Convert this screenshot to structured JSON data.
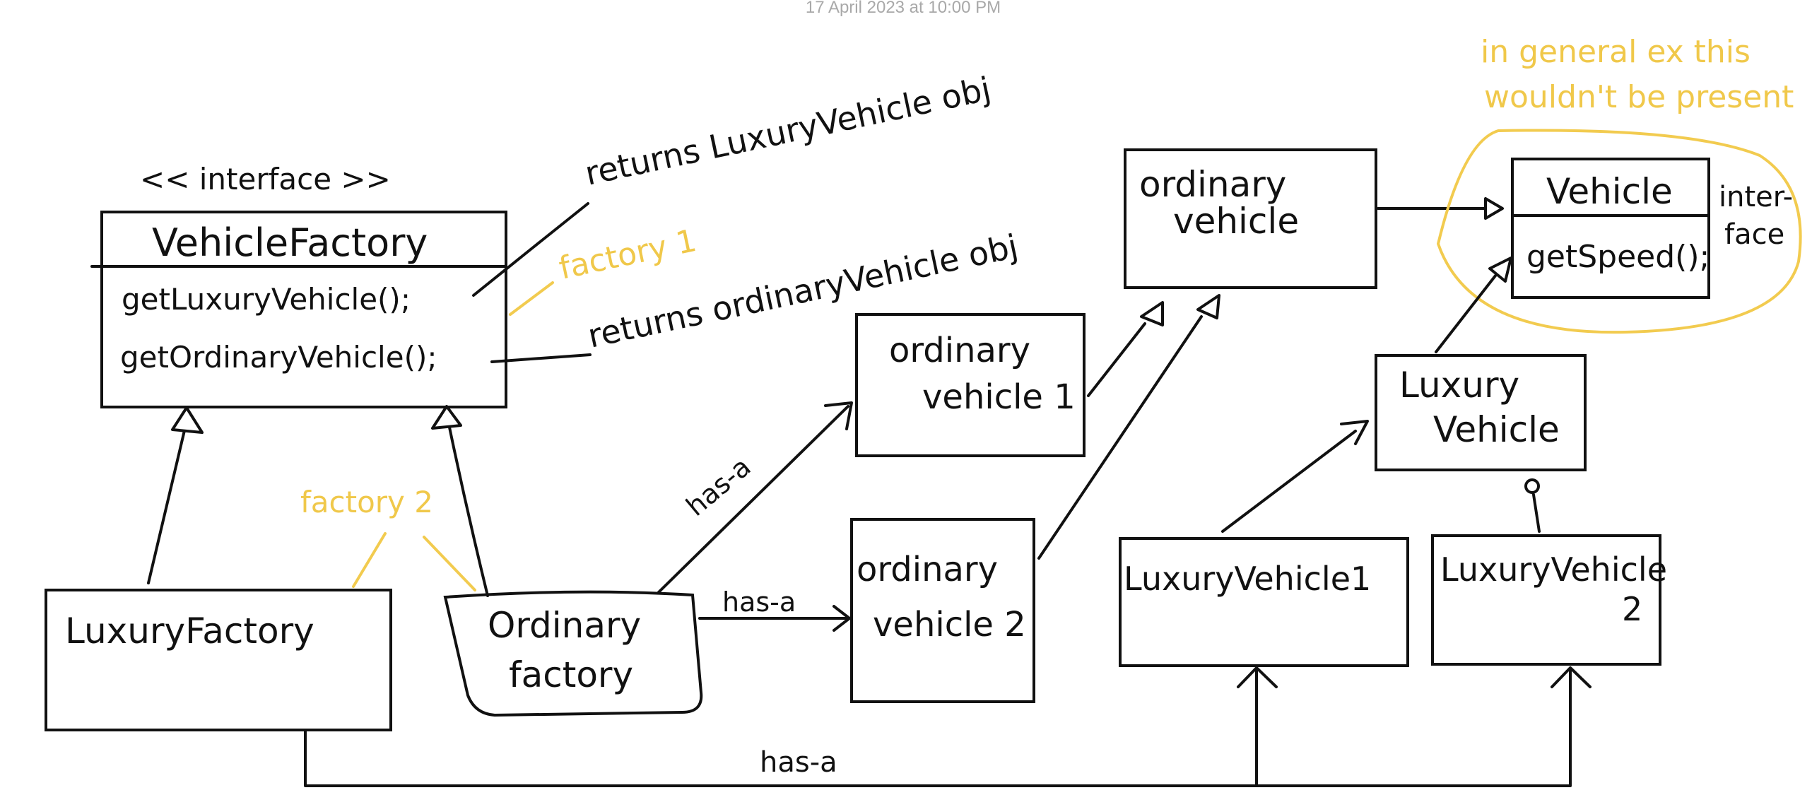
{
  "timestamp": "17 April 2023 at 10:00 PM",
  "interface_stereotype": "<< interface >>",
  "vehicle_factory": {
    "title": "VehicleFactory",
    "method_luxury": "getLuxuryVehicle();",
    "method_ordinary": "getOrdinaryVehicle();"
  },
  "notes": {
    "returns_luxury": "returns LuxuryVehicle obj",
    "returns_ordinary": "returns ordinaryVehicle obj",
    "factory1": "factory 1",
    "factory2": "factory 2",
    "general_ex_line1": "in general ex this",
    "general_ex_line2": "wouldn't be present",
    "interface_label_line1": "inter-",
    "interface_label_line2": "face"
  },
  "boxes": {
    "luxury_factory": "LuxuryFactory",
    "ordinary_factory_line1": "Ordinary",
    "ordinary_factory_line2": "factory",
    "ordinary_vehicle1_line1": "ordinary",
    "ordinary_vehicle1_line2": "vehicle 1",
    "ordinary_vehicle2_line1": "ordinary",
    "ordinary_vehicle2_line2": "vehicle 2",
    "ordinary_vehicle_line1": "ordinary",
    "ordinary_vehicle_line2": "vehicle",
    "vehicle_title": "Vehicle",
    "vehicle_method": "getSpeed();",
    "luxury_vehicle_line1": "Luxury",
    "luxury_vehicle_line2": "Vehicle",
    "luxury_vehicle1": "LuxuryVehicle1",
    "luxury_vehicle2_line1": "LuxuryVehicle",
    "luxury_vehicle2_line2": "2"
  },
  "relations": {
    "has_a_1": "has-a",
    "has_a_2": "has-a",
    "has_a_3": "has-a"
  }
}
